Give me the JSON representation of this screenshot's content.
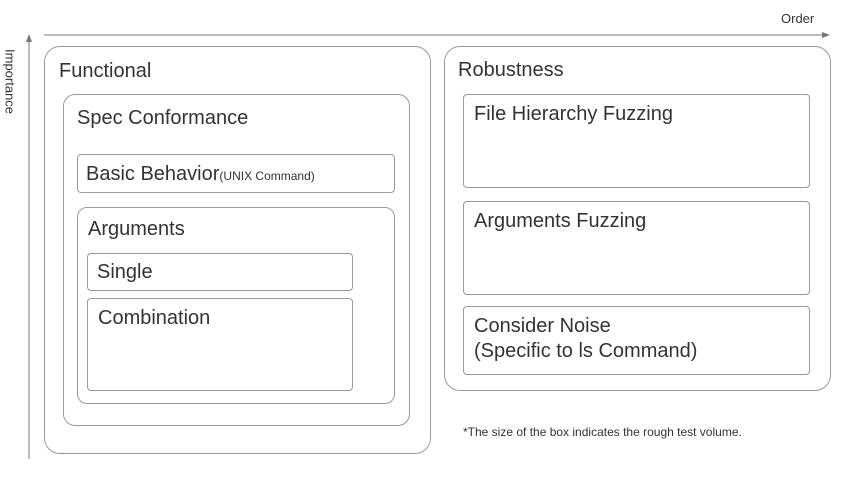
{
  "axes": {
    "x_label": "Order",
    "y_label": "Importance"
  },
  "functional": {
    "title": "Functional",
    "spec_conformance": {
      "title": "Spec Conformance",
      "basic_behavior": {
        "label": "Basic Behavior",
        "note": "(UNIX Command)"
      },
      "arguments": {
        "title": "Arguments",
        "single": "Single",
        "combination": "Combination"
      }
    }
  },
  "robustness": {
    "title": "Robustness",
    "file_hierarchy_fuzzing": "File Hierarchy Fuzzing",
    "arguments_fuzzing": "Arguments Fuzzing",
    "consider_noise": {
      "line1": "Consider Noise",
      "line2": "(Specific to ls Command)"
    }
  },
  "footnote": "*The size of the box indicates the rough test volume."
}
